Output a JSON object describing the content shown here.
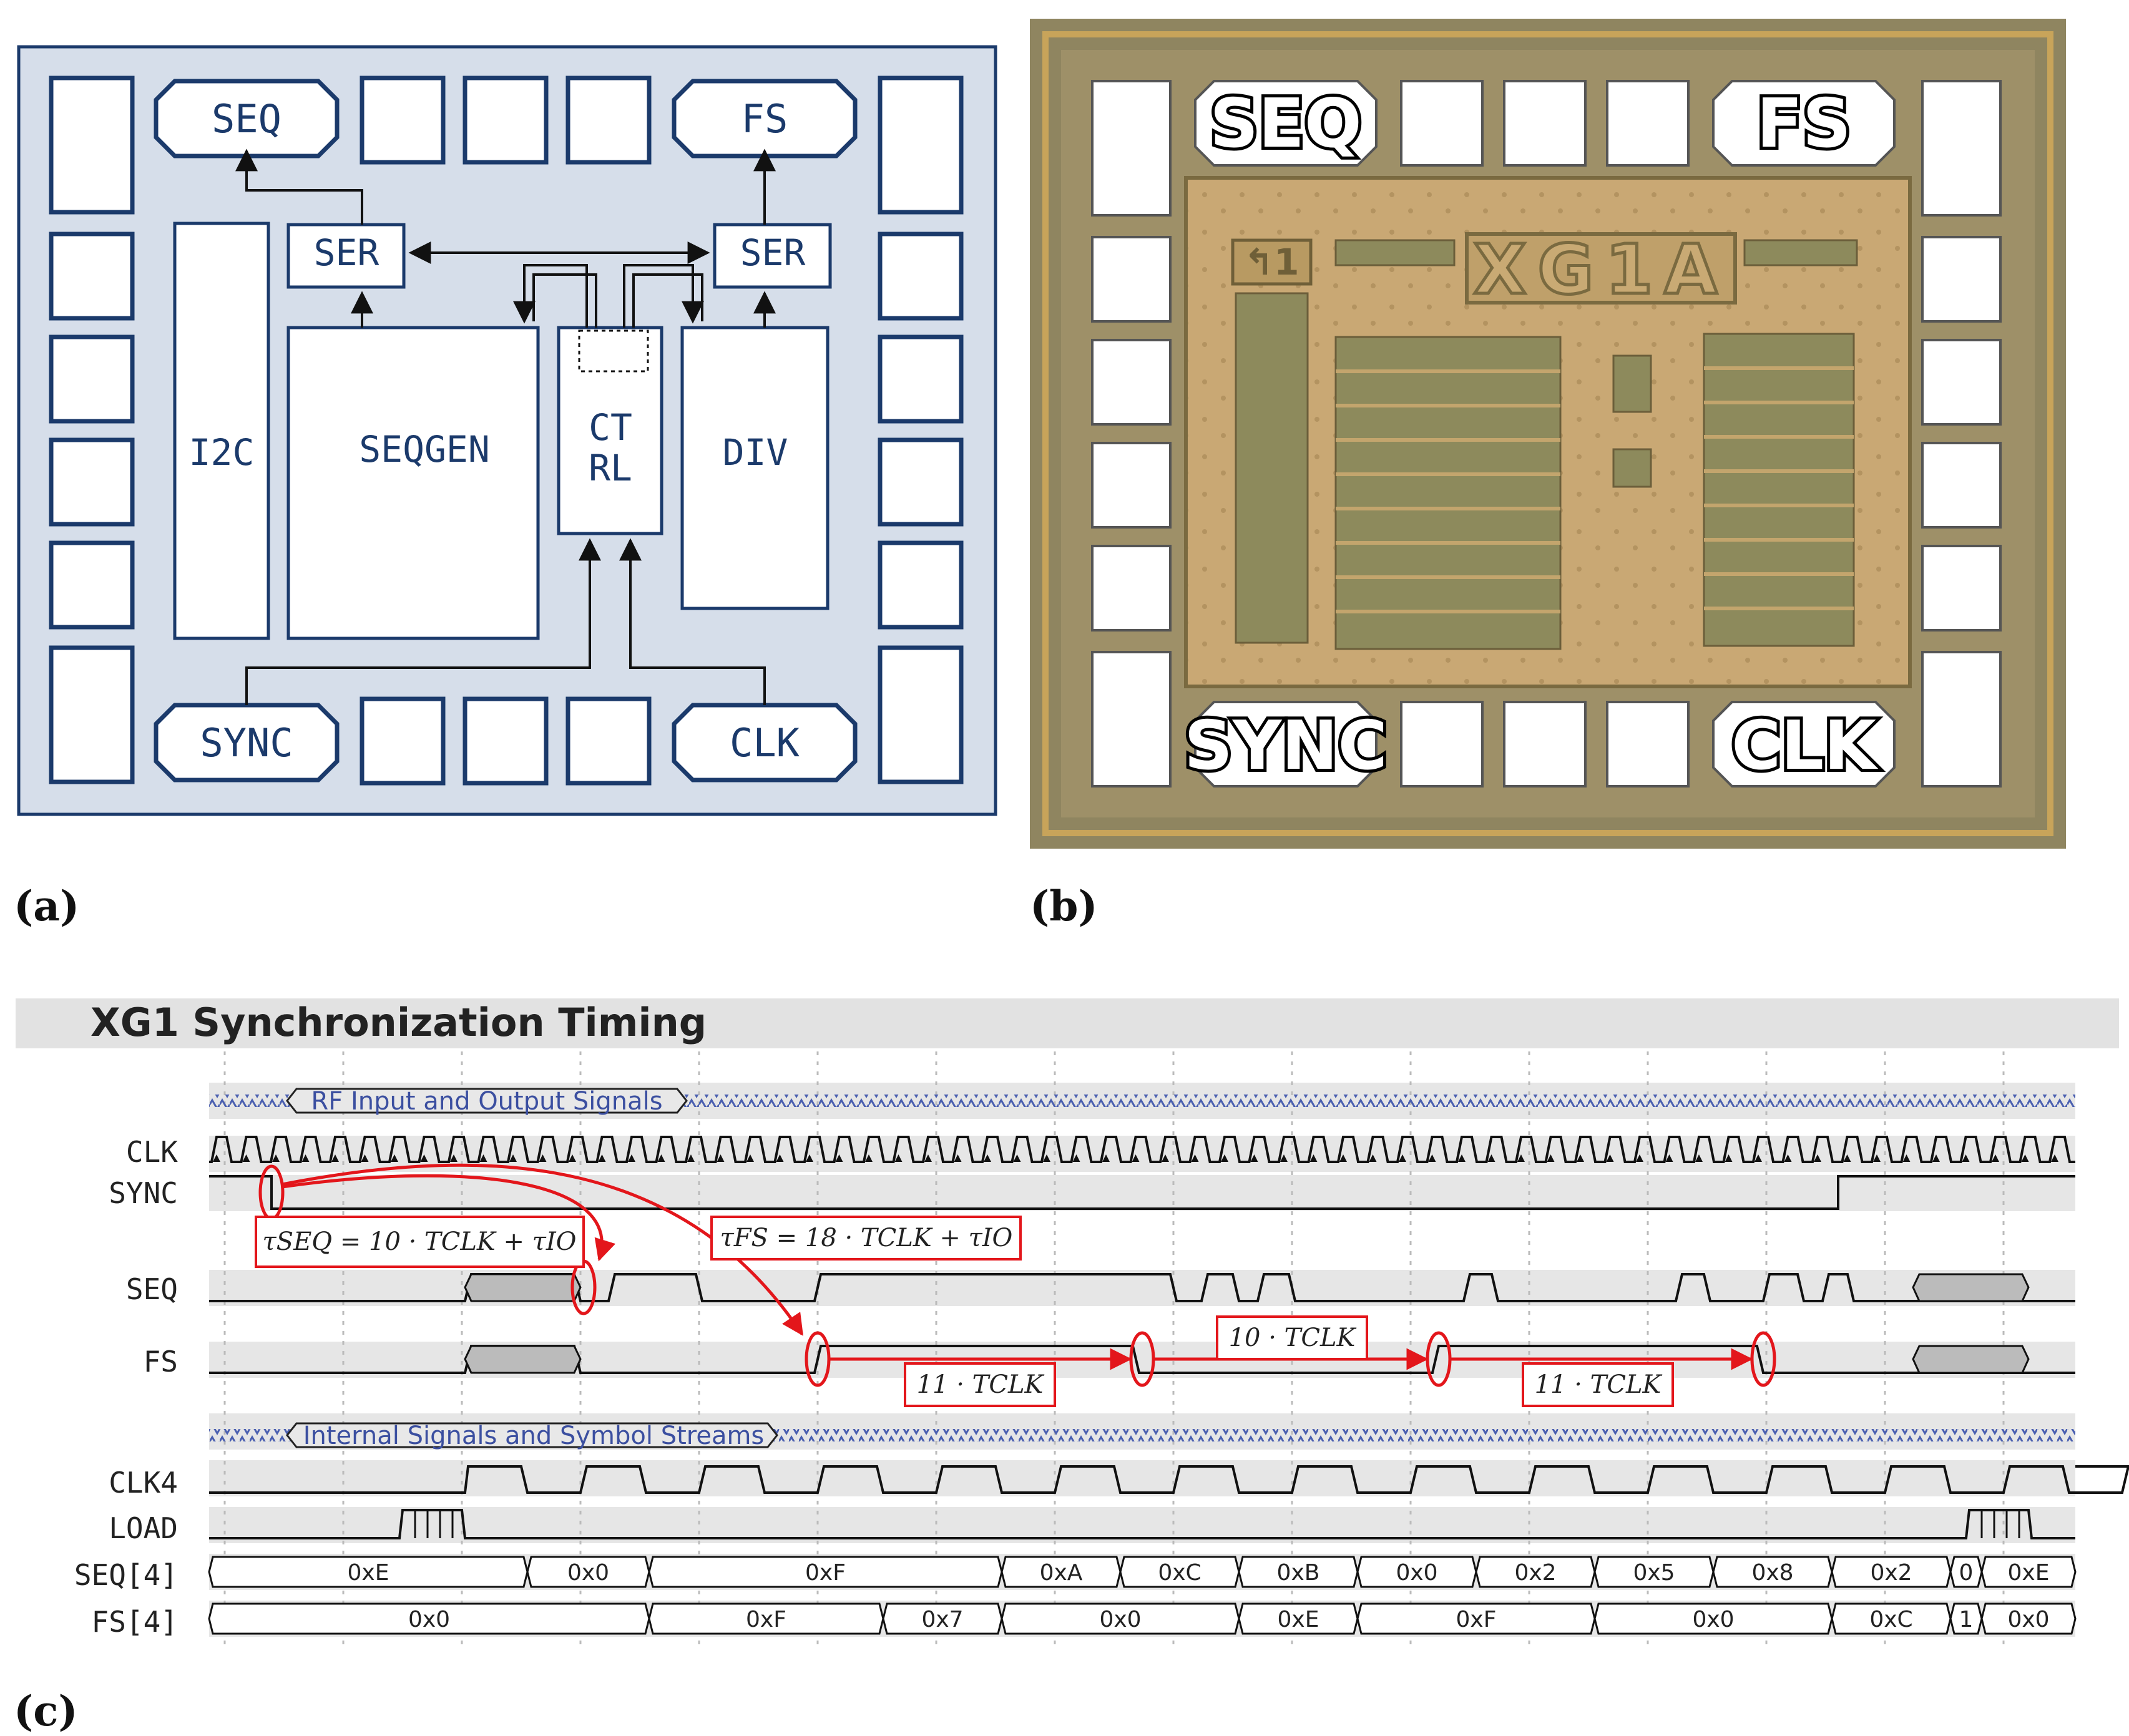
{
  "panel_labels": {
    "a": "(a)",
    "b": "(b)",
    "c": "(c)"
  },
  "colors": {
    "block_stroke": "#1b3a6b",
    "block_bg": "#d6deea",
    "die_bg": "#c8a873",
    "die_border": "#8a7a52",
    "arrow_red": "#e3161b",
    "timing_band": "#e6e6e6",
    "banner_blue": "#3b4fa0"
  },
  "block_diagram": {
    "blocks": {
      "i2c": "I2C",
      "seqgen": "SEQGEN",
      "ctrl_line1": "CT",
      "ctrl_line2": "RL",
      "div": "DIV",
      "ser_left": "SER",
      "ser_right": "SER"
    },
    "pads": {
      "seq": "SEQ",
      "fs": "FS",
      "sync": "SYNC",
      "clk": "CLK"
    }
  },
  "die_photo": {
    "pad_labels": {
      "seq": "SEQ",
      "fs": "FS",
      "sync": "SYNC",
      "clk": "CLK"
    },
    "chip_name": "XG1A",
    "corner_mark": "↰1"
  },
  "timing": {
    "title": "XG1 Synchronization Timing",
    "banner_rf": "RF Input and Output Signals",
    "banner_internal": "Internal Signals and Symbol Streams",
    "signals": {
      "clk": "CLK",
      "sync": "SYNC",
      "seq": "SEQ",
      "fs": "FS",
      "clk4": "CLK4",
      "load": "LOAD",
      "seq4": "SEQ[4]",
      "fs4": "FS[4]"
    },
    "annotations": {
      "tau_seq": "τSEQ = 10 · TCLK + τIO",
      "tau_fs": "τFS = 18 · TCLK + τIO",
      "int_11a": "11 · TCLK",
      "int_10": "10 · TCLK",
      "int_11b": "11 · TCLK"
    },
    "seq4_values": [
      "0xE",
      "0x0",
      "0xF",
      "0xA",
      "0xC",
      "0xB",
      "0x0",
      "0x2",
      "0x5",
      "0x8",
      "0x2",
      "0",
      "0xE"
    ],
    "fs4_values": [
      "0x0",
      "0xF",
      "0x7",
      "0x0",
      "0xE",
      "0xF",
      "0x0",
      "0xC",
      "1",
      "0x0"
    ]
  }
}
